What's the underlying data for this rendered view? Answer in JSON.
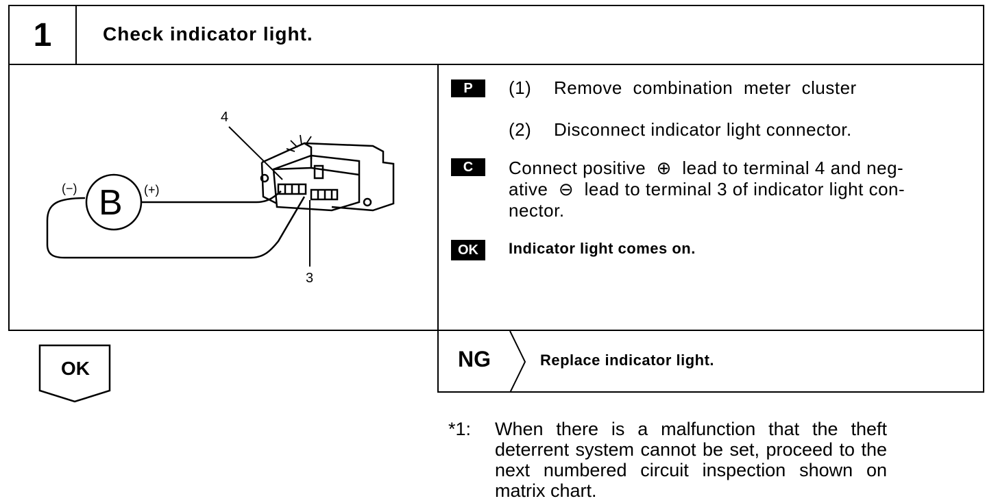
{
  "step": {
    "number": "1",
    "title": "Check indicator light."
  },
  "diagram": {
    "terminal_4": "4",
    "terminal_3": "3",
    "battery_symbol": "B",
    "negative_label": "(−)",
    "positive_label": "(+)"
  },
  "instructions": {
    "p_badge": "P",
    "p1_num": "(1)",
    "p1_text": "Remove combination meter cluster",
    "p2_num": "(2)",
    "p2_text": "Disconnect indicator light connector.",
    "c_badge": "C",
    "c_line1": "Connect positive  ⊕  lead to terminal 4 and neg-",
    "c_line2": "ative  ⊖  lead to terminal 3 of indicator light con-",
    "c_line3": "nector.",
    "ok_badge": "OK",
    "ok_text": "Indicator light comes on."
  },
  "result": {
    "ng_label": "NG",
    "ng_action": "Replace indicator light.",
    "ok_label": "OK"
  },
  "note": {
    "mark": "*1:",
    "text": "When there is a malfunction that the theft deterrent system cannot be set, proceed to the next numbered circuit inspection shown on matrix chart."
  }
}
